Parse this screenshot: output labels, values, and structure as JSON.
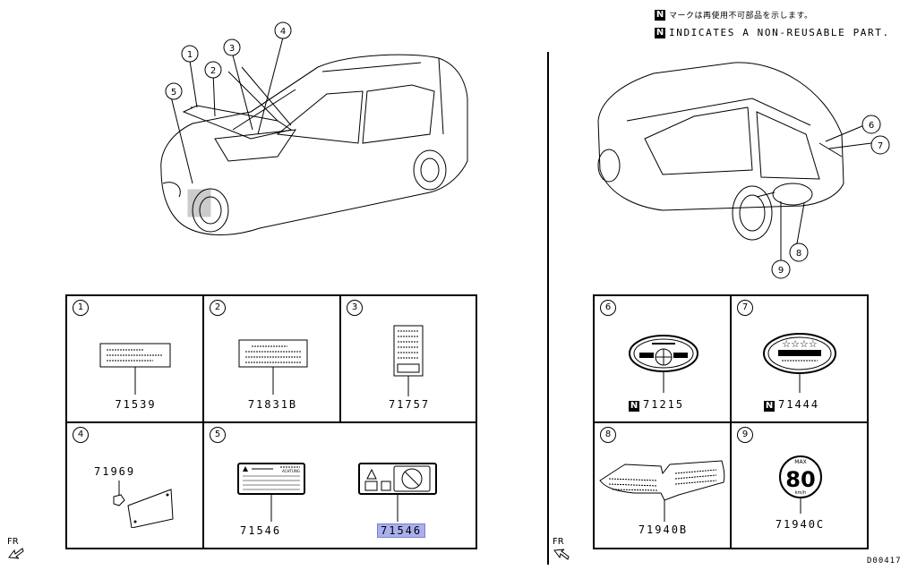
{
  "legend": {
    "n_mark": "N",
    "japanese": "マークは再使用不可部品を示します。",
    "english": "INDICATES A NON-REUSABLE PART."
  },
  "callouts": {
    "front": [
      "1",
      "2",
      "3",
      "4",
      "5"
    ],
    "rear": [
      "6",
      "7",
      "8",
      "9"
    ]
  },
  "cells": [
    {
      "num": "1",
      "parts": [
        "71539"
      ]
    },
    {
      "num": "2",
      "parts": [
        "71831B"
      ]
    },
    {
      "num": "3",
      "parts": [
        "71757"
      ]
    },
    {
      "num": "4",
      "parts": [
        "71969"
      ]
    },
    {
      "num": "5",
      "parts": [
        "71546",
        "71546"
      ]
    },
    {
      "num": "6",
      "parts": [
        "71215"
      ],
      "non_reusable": true
    },
    {
      "num": "7",
      "parts": [
        "71444"
      ],
      "non_reusable": true
    },
    {
      "num": "8",
      "parts": [
        "71940B"
      ]
    },
    {
      "num": "9",
      "parts": [
        "71940C"
      ]
    }
  ],
  "labels": {
    "speed_max": "MAX",
    "speed_value": "80",
    "speed_unit": "km/h",
    "achtung": "ACHTUNG"
  },
  "fr_left": "FR",
  "fr_right": "FR",
  "diagram_code": "D00417"
}
